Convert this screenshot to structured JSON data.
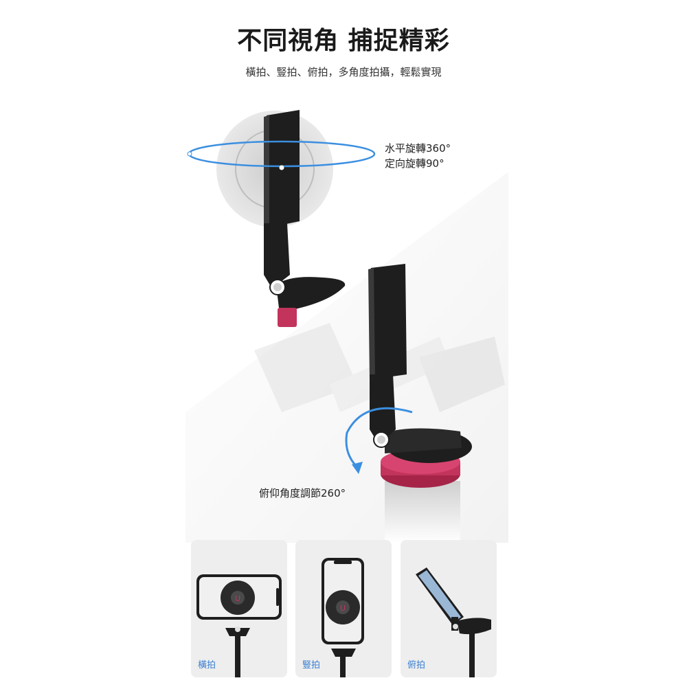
{
  "headline": "不同視角 捕捉精彩",
  "subhead": "橫拍、豎拍、俯拍，多角度拍攝，輕鬆實現",
  "callouts": {
    "rotate_line1": "水平旋轉360°",
    "rotate_line2": "定向旋轉90°",
    "tilt": "俯仰角度調節260°"
  },
  "modes": [
    {
      "label": "橫拍"
    },
    {
      "label": "豎拍"
    },
    {
      "label": "俯拍"
    }
  ],
  "colors": {
    "accent_ring": "#c2345c",
    "arrow_blue": "#3b8fe0",
    "mount_black": "#1e1e1e",
    "card_bg": "#eeeeee",
    "label_blue": "#3a7fd0"
  }
}
